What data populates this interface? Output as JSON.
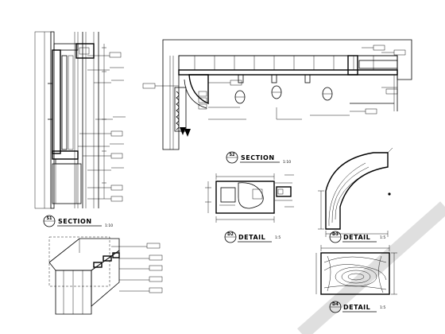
{
  "sheet": {
    "blocks": [
      {
        "id": "s1",
        "number": "S1",
        "title": "SECTION",
        "scale": "1:10"
      },
      {
        "id": "s2",
        "number": "S2",
        "title": "SECTION",
        "scale": "1:10"
      },
      {
        "id": "d2",
        "number": "D2",
        "title": "DETAIL",
        "scale": "1:5"
      },
      {
        "id": "d3",
        "number": "D3",
        "title": "DETAIL",
        "scale": "1:5"
      },
      {
        "id": "d4",
        "number": "D4",
        "title": "DETAIL",
        "scale": "1:5"
      }
    ]
  },
  "colors": {
    "ink": "#000000",
    "paper": "#ffffff",
    "faint": "#c8c8c8"
  }
}
